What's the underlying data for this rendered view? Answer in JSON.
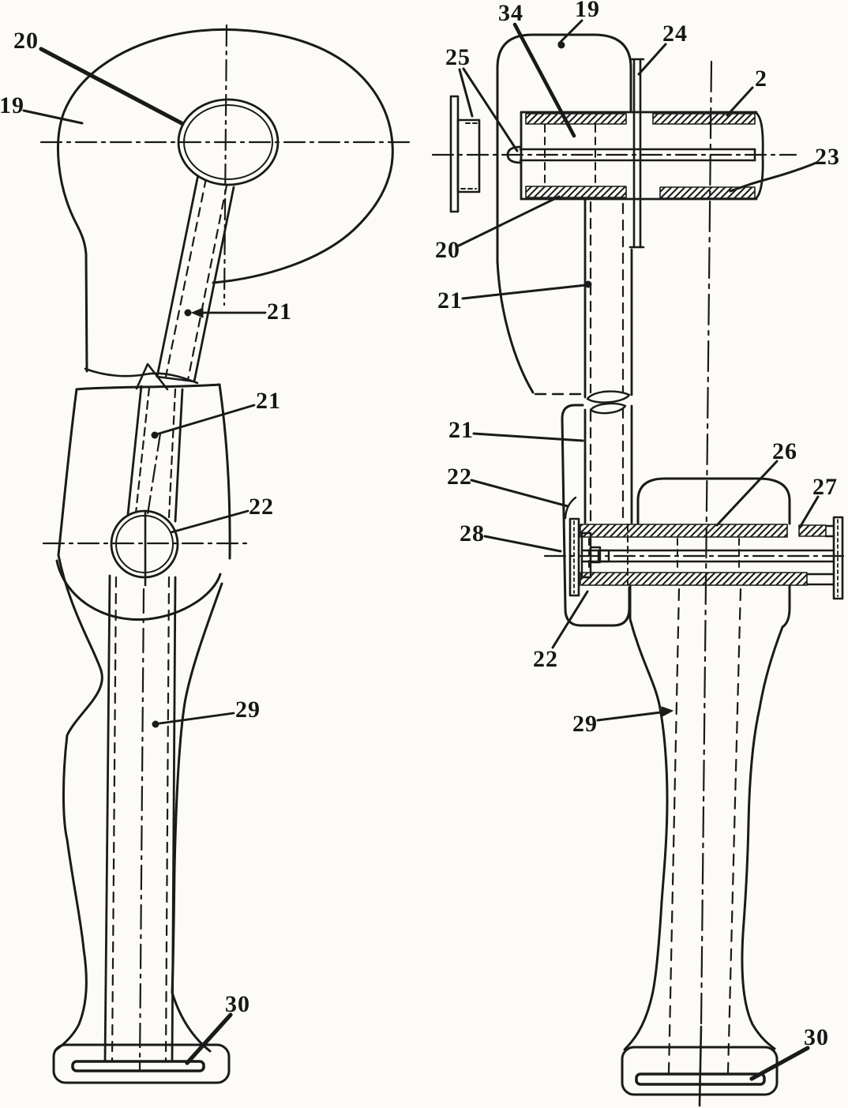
{
  "figure": {
    "kind": "patent-technical-drawing",
    "description": "Two-view line drawing of an artificial (prosthetic) leg: left side elevation view and right front sectional view with hip joint, knee joint, tubular skeleton and foot base plate",
    "views": [
      {
        "name": "side-elevation-view"
      },
      {
        "name": "front-section-view"
      }
    ],
    "reference_numerals": [
      "2",
      "19",
      "20",
      "21",
      "22",
      "23",
      "24",
      "25",
      "26",
      "27",
      "28",
      "29",
      "30",
      "34"
    ]
  },
  "colors": {
    "ink": "#1a1a1a",
    "background": "#fcfbf7"
  },
  "labels": [
    {
      "id": "left-20",
      "text": "20"
    },
    {
      "id": "left-19",
      "text": "19"
    },
    {
      "id": "left-21-upper",
      "text": "21"
    },
    {
      "id": "left-21-lower",
      "text": "21"
    },
    {
      "id": "left-22",
      "text": "22"
    },
    {
      "id": "left-29",
      "text": "29"
    },
    {
      "id": "left-30",
      "text": "30"
    },
    {
      "id": "right-34",
      "text": "34"
    },
    {
      "id": "right-19",
      "text": "19"
    },
    {
      "id": "right-24",
      "text": "24"
    },
    {
      "id": "right-25",
      "text": "25"
    },
    {
      "id": "right-2",
      "text": "2"
    },
    {
      "id": "right-23",
      "text": "23"
    },
    {
      "id": "right-20",
      "text": "20"
    },
    {
      "id": "right-21-upper",
      "text": "21"
    },
    {
      "id": "right-21-lower",
      "text": "21"
    },
    {
      "id": "right-22-upper",
      "text": "22"
    },
    {
      "id": "right-28",
      "text": "28"
    },
    {
      "id": "right-26",
      "text": "26"
    },
    {
      "id": "right-27",
      "text": "27"
    },
    {
      "id": "right-22-lower",
      "text": "22"
    },
    {
      "id": "right-29",
      "text": "29"
    },
    {
      "id": "right-30",
      "text": "30"
    }
  ]
}
